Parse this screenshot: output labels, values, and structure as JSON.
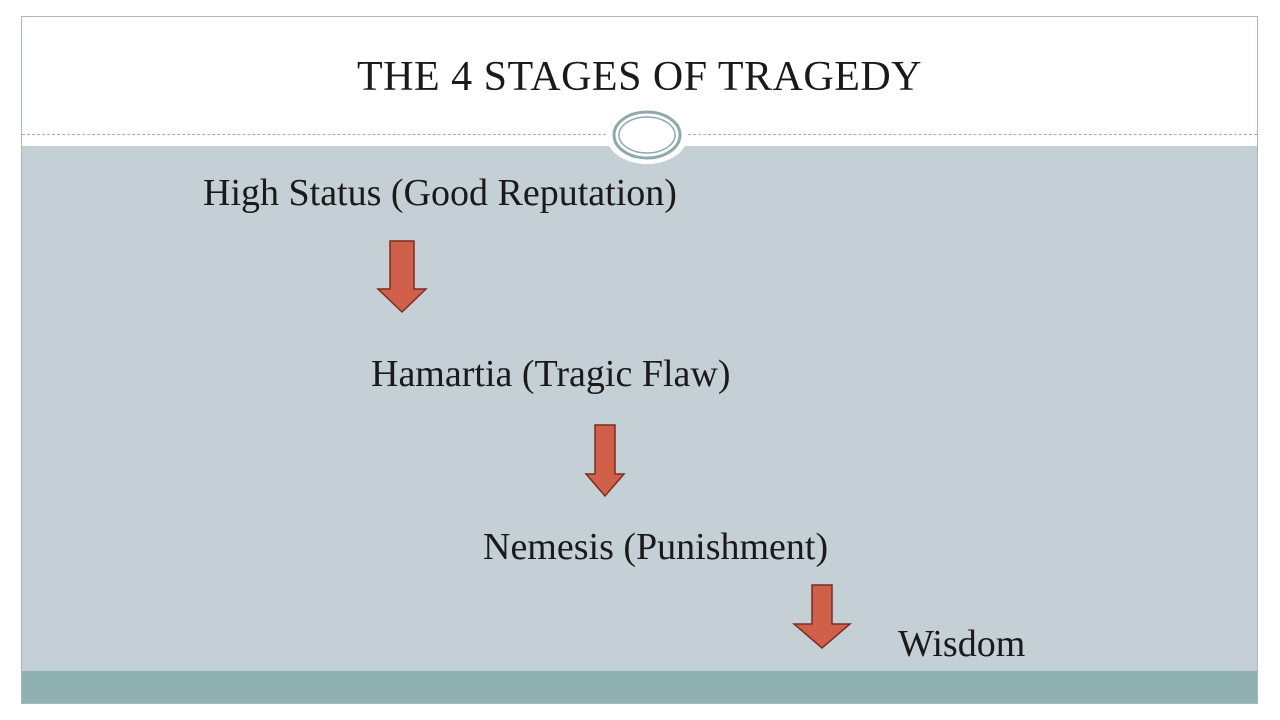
{
  "title": "THE 4 STAGES OF TRAGEDY",
  "stages": [
    "High Status (Good Reputation)",
    "Hamartia (Tragic Flaw)",
    "Nemesis (Punishment)",
    "Wisdom"
  ],
  "colors": {
    "body_band": "#c5d0d6",
    "footer_band": "#8fb0b0",
    "arrow_fill": "#d0604a",
    "arrow_stroke": "#7a2e22"
  },
  "icons": {
    "arrow": "down-arrow-icon",
    "ring": "ring-ornament-icon"
  }
}
